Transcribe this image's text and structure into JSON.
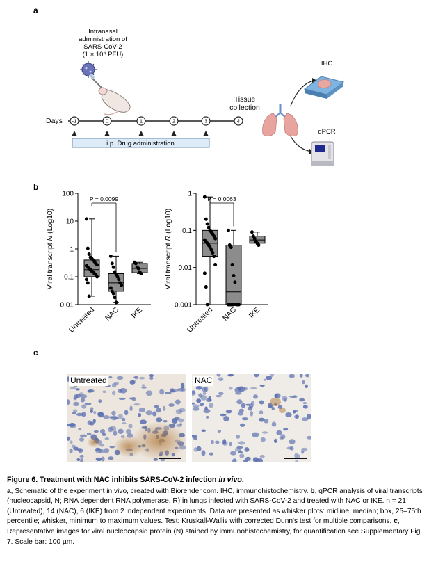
{
  "panels": {
    "a": "a",
    "b": "b",
    "c": "c"
  },
  "schematic": {
    "admin_text": [
      "Intranasal",
      "administration of",
      "SARS-CoV-2",
      "(1 × 10⁴ PFU)"
    ],
    "days_label": "Days",
    "day_markers": [
      "-1",
      "0",
      "1",
      "2",
      "3",
      "4"
    ],
    "drug_bar": "i.p. Drug administration",
    "tissue_text": [
      "Tissue",
      "collection"
    ],
    "ihc_label": "IHC",
    "qpcr_label": "qPCR"
  },
  "chart_data": [
    {
      "type": "box",
      "ylabel_prefix": "Viral transcript ",
      "ylabel_italic": "N",
      "ylabel_suffix": " (Log10)",
      "yscale": "log",
      "ylim": [
        0.01,
        100
      ],
      "yticks": [
        "0.01",
        "0.1",
        "1",
        "10",
        "100"
      ],
      "categories": [
        "Untreated",
        "NAC",
        "IKE"
      ],
      "significance": {
        "between": [
          "Untreated",
          "NAC"
        ],
        "label": "P = 0.0099"
      },
      "series": [
        {
          "category": "Untreated",
          "min": 0.02,
          "q1": 0.1,
          "median": 0.18,
          "q3": 0.4,
          "max": 12,
          "points": [
            12,
            1.05,
            0.65,
            0.5,
            0.45,
            0.4,
            0.35,
            0.3,
            0.27,
            0.25,
            0.22,
            0.2,
            0.18,
            0.16,
            0.15,
            0.13,
            0.12,
            0.1,
            0.08,
            0.06,
            0.02
          ]
        },
        {
          "category": "NAC",
          "min": 0.012,
          "q1": 0.03,
          "median": 0.06,
          "q3": 0.13,
          "max": 0.55,
          "points": [
            0.55,
            0.3,
            0.22,
            0.15,
            0.12,
            0.1,
            0.08,
            0.06,
            0.05,
            0.04,
            0.03,
            0.025,
            0.018,
            0.012
          ]
        },
        {
          "category": "IKE",
          "min": 0.13,
          "q1": 0.14,
          "median": 0.2,
          "q3": 0.3,
          "max": 0.33,
          "points": [
            0.33,
            0.3,
            0.22,
            0.2,
            0.15,
            0.13
          ]
        }
      ]
    },
    {
      "type": "box",
      "ylabel_prefix": "Viral transcript ",
      "ylabel_italic": "R",
      "ylabel_suffix": " (Log10)",
      "yscale": "log",
      "ylim": [
        0.001,
        1
      ],
      "yticks": [
        "0.001",
        "0.01",
        "0.1",
        "1"
      ],
      "categories": [
        "Untreated",
        "NAC",
        "IKE"
      ],
      "significance": {
        "between": [
          "Untreated",
          "NAC"
        ],
        "label": "P = 0.0063"
      },
      "series": [
        {
          "category": "Untreated",
          "min": 0.001,
          "q1": 0.02,
          "median": 0.045,
          "q3": 0.1,
          "max": 0.8,
          "points": [
            0.8,
            0.2,
            0.15,
            0.12,
            0.1,
            0.09,
            0.08,
            0.07,
            0.06,
            0.055,
            0.05,
            0.045,
            0.04,
            0.035,
            0.03,
            0.025,
            0.02,
            0.012,
            0.007,
            0.003,
            0.001
          ]
        },
        {
          "category": "NAC",
          "min": 0.001,
          "q1": 0.001,
          "median": 0.0022,
          "q3": 0.04,
          "max": 0.1,
          "points": [
            0.1,
            0.04,
            0.035,
            0.012,
            0.006,
            0.004,
            0.001,
            0.001,
            0.001,
            0.001,
            0.001,
            0.001,
            0.001,
            0.001
          ]
        },
        {
          "category": "IKE",
          "min": 0.04,
          "q1": 0.045,
          "median": 0.055,
          "q3": 0.07,
          "max": 0.09,
          "points": [
            0.09,
            0.07,
            0.06,
            0.05,
            0.045,
            0.04
          ]
        }
      ]
    }
  ],
  "micrographs": {
    "left_label": "Untreated",
    "right_label": "NAC"
  },
  "caption": {
    "title_prefix": "Figure 6. Treatment with NAC inhibits SARS-CoV-2 infection ",
    "title_italic": "in vivo",
    "title_end": ".",
    "a_letter": "a",
    "a_text": ", Schematic of the experiment in vivo, created with Biorender.com. IHC, immunohistochemistry. ",
    "b_letter": "b",
    "b_text": ", qPCR analysis of viral transcripts (nucleocapsid, N; RNA dependent RNA polymerase, R) in lungs infected with SARS-CoV-2 and treated with NAC or IKE. n = 21 (Untreated), 14 (NAC), 6 (IKE) from 2 independent experiments. Data are presented as whisker plots: midline, median; box, 25–75th percentile; whisker, minimum to maximum values. Test: Kruskall-Wallis with corrected Dunn's test for multiple comparisons. ",
    "c_letter": "c",
    "c_text": ", Representative images for viral nucleocapsid protein (N) stained by immunohistochemistry, for quantification see Supplementary Fig. 7. Scale bar: 100 µm."
  },
  "colors": {
    "box_fill": "#8c8c8c",
    "timeline_bar": "#dcebf7",
    "tissue_brown": "#9a6a3a",
    "stain_blue": "#5a6fb0"
  }
}
